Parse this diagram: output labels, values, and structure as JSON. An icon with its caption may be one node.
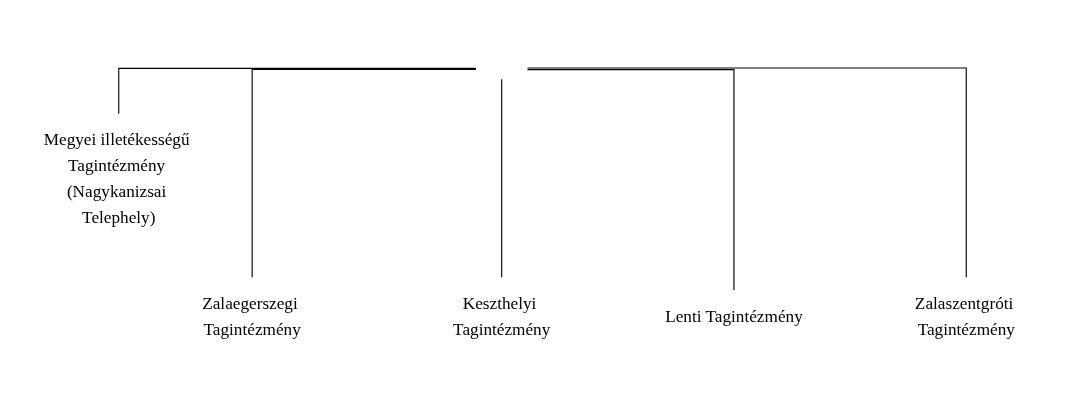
{
  "diagram": {
    "nodes": [
      {
        "text": [
          "Megyei illetékességű Tagintézmény (Nagykanizsai Telephely)"
        ]
      },
      {
        "text": [
          "Zalaegerszegi Tagintézmény"
        ]
      },
      {
        "text": [
          "Keszthelyi Tagintézmény"
        ]
      },
      {
        "text": [
          "Lenti Tagintézmény"
        ]
      },
      {
        "text": [
          "Zalaszentgróti Tagintézmény"
        ]
      }
    ],
    "edges": [
      {
        "from": null,
        "to": 0,
        "arrow": "none"
      },
      {
        "from": null,
        "to": 1,
        "arrow": "none"
      },
      {
        "from": null,
        "to": 2,
        "arrow": "none"
      },
      {
        "from": null,
        "to": 3,
        "arrow": "none"
      },
      {
        "from": null,
        "to": 4,
        "arrow": "none"
      }
    ]
  }
}
